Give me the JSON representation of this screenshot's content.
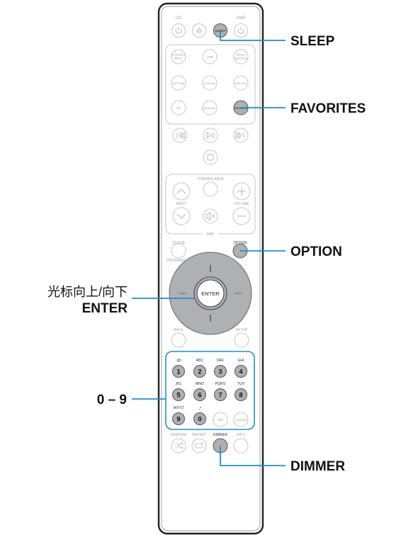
{
  "remote": {
    "top_labels": {
      "cd": "CD",
      "amp": "AMP"
    },
    "sleep_btn": "SLEEP",
    "sources": {
      "internet_radio": [
        "INTERNET",
        "RADIO"
      ],
      "usb": "USB",
      "music_servers": [
        "MUSIC",
        "SERVERS"
      ],
      "optical": "OPTICAL",
      "coaxial": "COAXIAL",
      "usb_dac": "USB-DAC",
      "cd": "CD",
      "bluetooth": "Bluetooth",
      "favorites": "FAVORITES"
    },
    "section_labels": {
      "tone_balance": "TONE/BALANCE",
      "input": "INPUT",
      "volume": "VOLUME",
      "amp": "AMP",
      "queue": "QUEUE",
      "program": "PROGRAM",
      "option": "OPTION",
      "back": "BACK",
      "setup": "SETUP",
      "random": "RANDOM",
      "repeat": "REPEAT",
      "dimmer": "DIMMER",
      "info": "INFO"
    },
    "enter_btn": "ENTER",
    "keypad": [
      {
        "num": "1",
        "letters": ".@/"
      },
      {
        "num": "2",
        "letters": "ABC"
      },
      {
        "num": "3",
        "letters": "DEF"
      },
      {
        "num": "4",
        "letters": "GHI"
      },
      {
        "num": "5",
        "letters": "JKL"
      },
      {
        "num": "6",
        "letters": "MNO"
      },
      {
        "num": "7",
        "letters": "PQRS"
      },
      {
        "num": "8",
        "letters": "TUV"
      },
      {
        "num": "9",
        "letters": "WXYZ"
      },
      {
        "num": "0",
        "letters": "⎵•"
      }
    ],
    "case_btn": "a/A",
    "clear_btn": "CLEAR"
  },
  "callouts": {
    "sleep": "SLEEP",
    "favorites": "FAVORITES",
    "option": "OPTION",
    "cursor_line1": "光标向上/向下",
    "cursor_line2": "ENTER",
    "digits": "0 – 9",
    "dimmer": "DIMMER"
  },
  "colors": {
    "callout_line": "#1f8fd0",
    "highlight_button": "#aeb0b3",
    "ring": "#c5c5c5",
    "label_gray": "#a3a3a3",
    "callout_text": "#111111"
  }
}
